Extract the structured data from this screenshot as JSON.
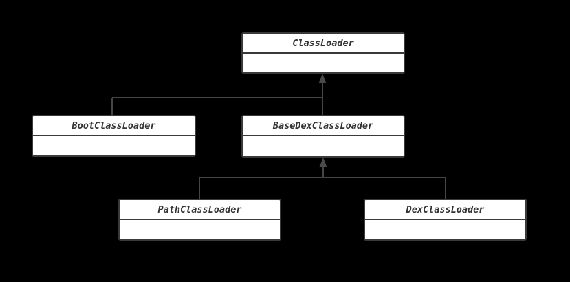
{
  "diagram": {
    "type": "uml-class-diagram",
    "nodes": [
      {
        "id": "classloader",
        "label": "ClassLoader"
      },
      {
        "id": "bootclassloader",
        "label": "BootClassLoader"
      },
      {
        "id": "basedexclassloader",
        "label": "BaseDexClassLoader"
      },
      {
        "id": "pathclassloader",
        "label": "PathClassLoader"
      },
      {
        "id": "dexclassloader",
        "label": "DexClassLoader"
      }
    ],
    "edges": [
      {
        "from": "BootClassLoader",
        "to": "ClassLoader",
        "type": "generalization"
      },
      {
        "from": "BaseDexClassLoader",
        "to": "ClassLoader",
        "type": "generalization"
      },
      {
        "from": "PathClassLoader",
        "to": "BaseDexClassLoader",
        "type": "generalization"
      },
      {
        "from": "DexClassLoader",
        "to": "BaseDexClassLoader",
        "type": "generalization"
      }
    ],
    "colors": {
      "background": "#000000",
      "node_fill": "#ffffff",
      "node_border": "#3a3a3a",
      "edge_line": "#454545",
      "arrowhead": "#4a4a4a",
      "text": "#333333"
    }
  }
}
